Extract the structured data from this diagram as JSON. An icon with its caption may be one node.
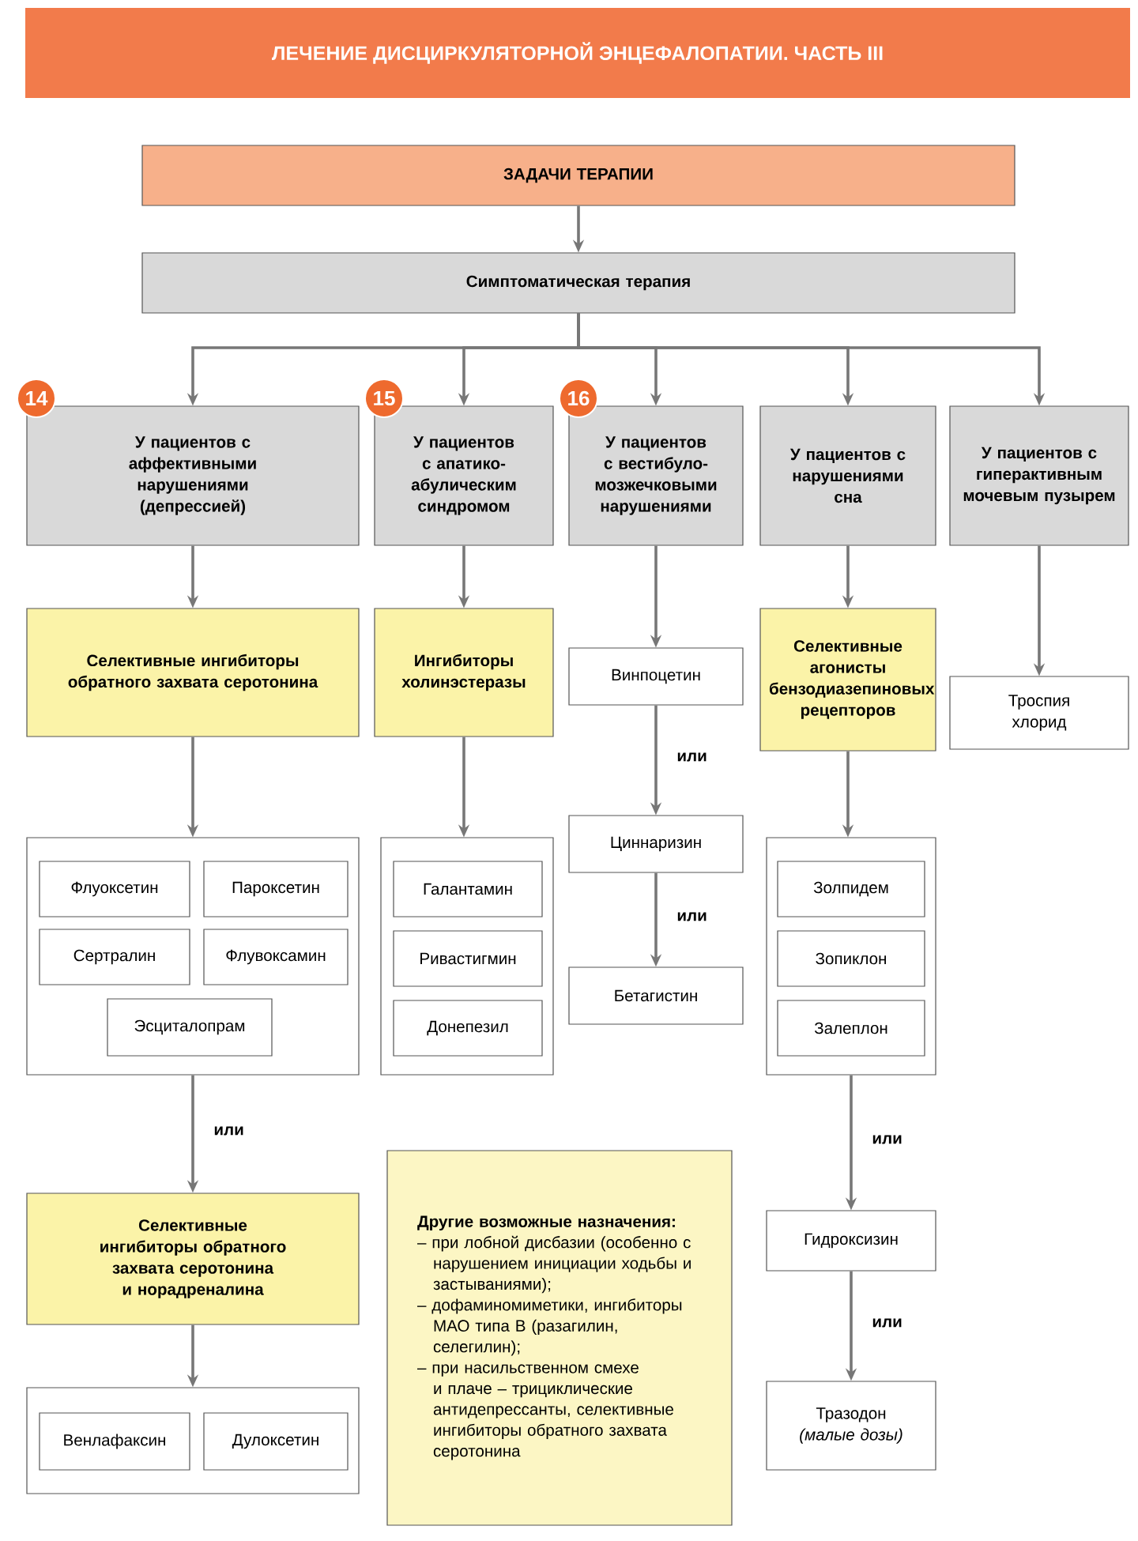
{
  "diagram": {
    "title": "ЛЕЧЕНИЕ ДИСЦИРКУЛЯТОРНОЙ ЭНЦЕФАЛОПАТИИ. ЧАСТЬ III",
    "nodes": [
      {
        "text": [
          "ЗАДАЧИ ТЕРАПИИ"
        ]
      },
      {
        "text": [
          "Симптоматическая терапия"
        ]
      },
      {
        "text": [
          "У пациентов с аффективными нарушениями (депрессией)"
        ],
        "beside": [
          "14"
        ]
      },
      {
        "text": [
          "У пациентов с апатико-абулическим синдромом"
        ],
        "beside": [
          "15"
        ]
      },
      {
        "text": [
          "У пациентов с вестибуло-мозжечковыми нарушениями"
        ],
        "beside": [
          "16"
        ]
      },
      {
        "text": [
          "У пациентов с нарушениями сна"
        ]
      },
      {
        "text": [
          "У пациентов с гиперактивным мочевым пузырем"
        ]
      },
      {
        "text": [
          "Селективные ингибиторы обратного захвата серотонина"
        ]
      },
      {
        "text": [
          "Ингибиторы холинэстеразы"
        ]
      },
      {
        "text": [
          "Винпоцетин"
        ]
      },
      {
        "text": [
          "Селективные агонисты бензодиазепиновых рецепторов"
        ]
      },
      {
        "text": [
          "Троспия хлорид"
        ]
      },
      {
        "text": [],
        "shape": "box"
      },
      {
        "text": [
          "Флуоксетин"
        ],
        "in": 12
      },
      {
        "text": [
          "Пароксетин"
        ],
        "in": 12
      },
      {
        "text": [
          "Сертралин"
        ],
        "in": 12
      },
      {
        "text": [
          "Флувоксамин"
        ],
        "in": 12
      },
      {
        "text": [
          "Эсциталопрам"
        ],
        "in": 12
      },
      {
        "text": [],
        "shape": "box"
      },
      {
        "text": [
          "Галантамин"
        ],
        "in": 18
      },
      {
        "text": [
          "Ривастигмин"
        ],
        "in": 18
      },
      {
        "text": [
          "Донепезил"
        ],
        "in": 18
      },
      {
        "text": [
          "Циннаризин"
        ]
      },
      {
        "text": [
          "Бетагистин"
        ]
      },
      {
        "text": [],
        "shape": "box"
      },
      {
        "text": [
          "Золпидем"
        ],
        "in": 24
      },
      {
        "text": [
          "Зопиклон"
        ],
        "in": 24
      },
      {
        "text": [
          "Залеплон"
        ],
        "in": 24
      },
      {
        "text": [
          "Селективные ингибиторы обратного захвата серотонина и норадреналина"
        ]
      },
      {
        "text": [],
        "shape": "box"
      },
      {
        "text": [
          "Венлафаксин"
        ],
        "in": 29
      },
      {
        "text": [
          "Дулоксетин"
        ],
        "in": 29
      },
      {
        "text": [
          "Гидроксизин"
        ]
      },
      {
        "text": [
          "Тразодон",
          "(малые дозы)"
        ]
      },
      {
        "text": [
          "Другие возможные назначения:",
          "– при лобной дисбазии (особенно с нарушением инициации ходьбы и застываниями);",
          "– дофаминомиметики, ингибиторы МАО типа В (разагилин, селегилин);",
          "– при насильственном смехе и плаче – трициклические антидепрессанты, селективные ингибиторы обратного захвата серотонина"
        ]
      }
    ],
    "edges": [
      {
        "from": 0,
        "to": 1,
        "arrow": "to"
      },
      {
        "from": 1,
        "to": 2,
        "arrow": "to"
      },
      {
        "from": 1,
        "to": 3,
        "arrow": "to"
      },
      {
        "from": 1,
        "to": 4,
        "arrow": "to"
      },
      {
        "from": 1,
        "to": 5,
        "arrow": "to"
      },
      {
        "from": 1,
        "to": 6,
        "arrow": "to"
      },
      {
        "from": 2,
        "to": 7,
        "arrow": "to"
      },
      {
        "from": 3,
        "to": 8,
        "arrow": "to"
      },
      {
        "from": 4,
        "to": 9,
        "arrow": "to"
      },
      {
        "from": 5,
        "to": 10,
        "arrow": "to"
      },
      {
        "from": 6,
        "to": 11,
        "arrow": "to"
      },
      {
        "from": 7,
        "to": 12,
        "arrow": "to"
      },
      {
        "from": 8,
        "to": 18,
        "arrow": "to"
      },
      {
        "from": 9,
        "to": 22,
        "arrow": "to",
        "label": "или"
      },
      {
        "from": 22,
        "to": 23,
        "arrow": "to",
        "label": "или"
      },
      {
        "from": 10,
        "to": 24,
        "arrow": "to"
      },
      {
        "from": 12,
        "to": 28,
        "arrow": "to",
        "label": "или"
      },
      {
        "from": 28,
        "to": 29,
        "arrow": "to"
      },
      {
        "from": 24,
        "to": 32,
        "arrow": "to",
        "label": "или"
      },
      {
        "from": 32,
        "to": 33,
        "arrow": "to",
        "label": "или"
      }
    ]
  }
}
